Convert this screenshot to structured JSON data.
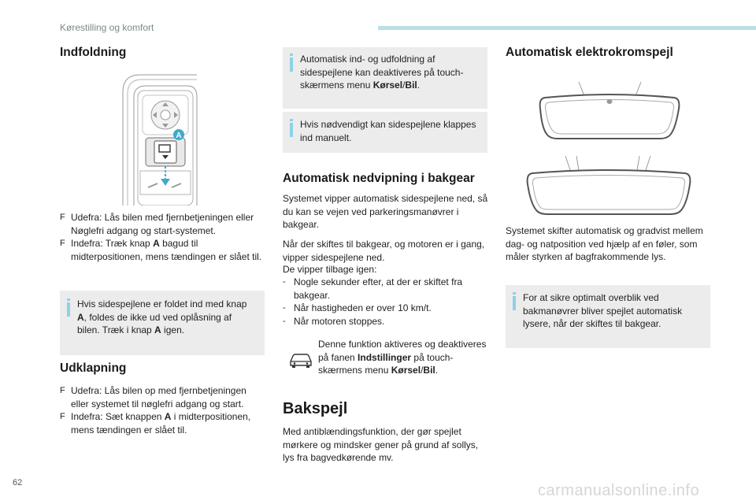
{
  "header": {
    "section": "Kørestilling og komfort"
  },
  "col1": {
    "title": "Indfoldning",
    "marker_a": "A",
    "bullets": [
      {
        "pre": "Udefra: Lås bilen med fjernbetjeningen eller Nøglefri adgang og start-systemet.",
        "bold": "",
        "post": ""
      },
      {
        "pre": "Indefra: Træk knap ",
        "bold": "A",
        "post": " bagud til midterpositionen, mens tændingen er slået til."
      }
    ],
    "note": {
      "pre": "Hvis sidespejlene er foldet ind med knap ",
      "bold1": "A",
      "mid": ", foldes de ikke ud ved oplåsning af bilen. Træk i knap ",
      "bold2": "A",
      "post": " igen."
    },
    "title2": "Udklapning",
    "bullets2": [
      {
        "pre": "Udefra: Lås bilen op med fjernbetjeningen eller systemet til nøglefri adgang og start.",
        "bold": "",
        "post": ""
      },
      {
        "pre": "Indefra: Sæt knappen ",
        "bold": "A",
        "post": " i midterpositionen, mens tændingen er slået til."
      }
    ],
    "bullet_marker": "F"
  },
  "col2": {
    "note1": {
      "pre": "Automatisk ind- og udfoldning af sidespejlene kan deaktiveres på touch-skærmens menu ",
      "bold": "Kørsel",
      "sep": "/",
      "bold2": "Bil",
      "post": "."
    },
    "note2": "Hvis nødvendigt kan sidespejlene klappes ind manuelt.",
    "title": "Automatisk nedvipning i bakgear",
    "p1": "Systemet vipper automatisk sidespejlene ned, så du kan se vejen ved parkeringsmanøvrer i bakgear.",
    "p2a": "Når der skiftes til bakgear, og motoren er i gang, vipper sidespejlene ned.",
    "p2b": "De vipper tilbage igen:",
    "dashes": [
      "Nogle sekunder efter, at der er skiftet fra bakgear.",
      "Når hastigheden er over 10 km/t.",
      "Når motoren stoppes."
    ],
    "dash_marker": "-",
    "car_note": {
      "pre": "Denne funktion aktiveres og deaktiveres på fanen ",
      "bold": "Indstillinger",
      "mid": " på touch-skærmens menu ",
      "bold2": "Kørsel",
      "sep": "/",
      "bold3": "Bil",
      "post": "."
    },
    "title2": "Bakspejl",
    "p3": "Med antiblændingsfunktion, der gør spejlet mørkere og mindsker gener på grund af sollys, lys fra bagvedkørende mv."
  },
  "col3": {
    "title": "Automatisk elektrokromspejl",
    "p1": "Systemet skifter automatisk og gradvist mellem dag- og natposition ved hjælp af en føler, som måler styrken af bagfrakommende lys.",
    "note": "For at sikre optimalt overblik ved bakmanøvrer bliver spejlet automatisk lysere, når der skiftes til bakgear."
  },
  "footer": {
    "page": "62",
    "watermark": "carmanualsonline.info"
  }
}
